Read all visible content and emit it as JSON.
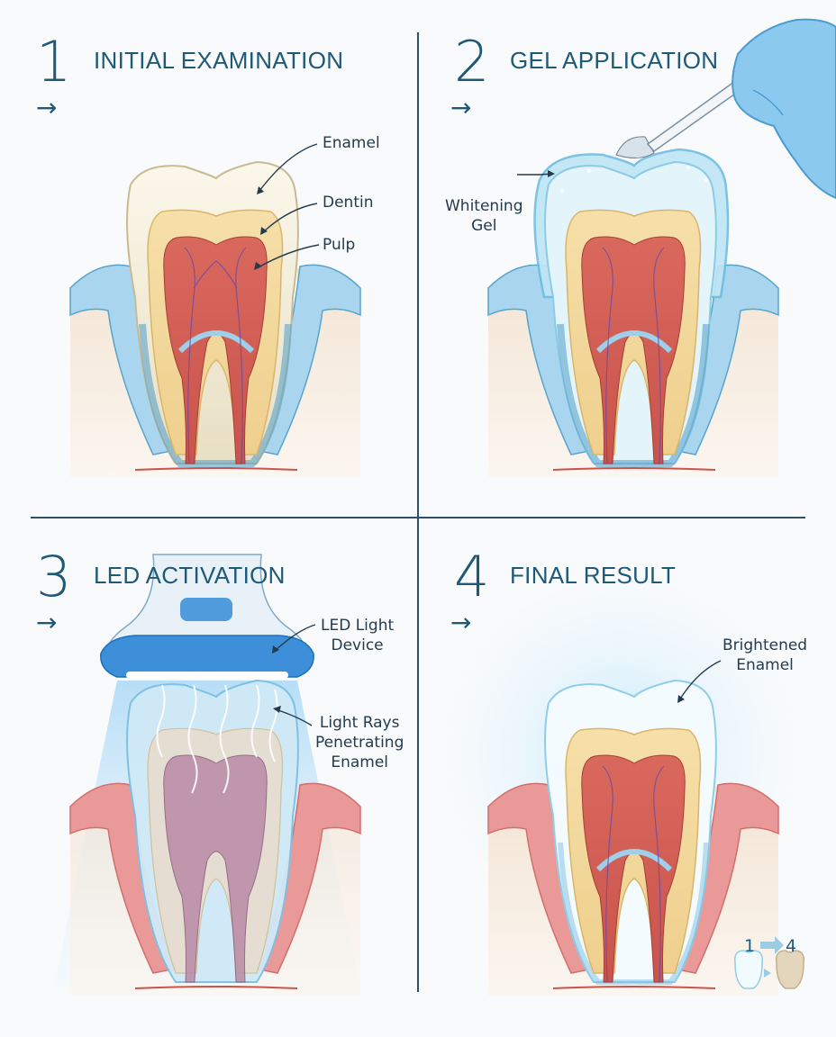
{
  "panels": [
    {
      "number": "1",
      "title": "INITIAL EXAMINATION",
      "arrow": "→",
      "labels": [
        "Enamel",
        "Dentin",
        "Pulp"
      ]
    },
    {
      "number": "2",
      "title": "GEL APPLICATION",
      "arrow": "→",
      "labels": [
        [
          "Whitening",
          "Gel"
        ]
      ]
    },
    {
      "number": "3",
      "title": "LED ACTIVATION",
      "arrow": "→",
      "labels": [
        [
          "LED Light",
          "Device"
        ],
        [
          "Light Rays",
          "Penetrating",
          "Enamel"
        ]
      ]
    },
    {
      "number": "4",
      "title": "FINAL RESULT",
      "arrow": "→",
      "labels": [
        [
          "Brightened",
          "Enamel"
        ]
      ]
    }
  ],
  "comparison": {
    "from": "1",
    "to": "4"
  },
  "colors": {
    "heading": "#1e5a78",
    "enamel": "#efe7cf",
    "dentin": "#f3d9a0",
    "pulp": "#d9685d",
    "gum_blue": "#a9d6ee",
    "gum_red": "#e99a98",
    "gel": "#bfe6f5",
    "led": "#3c8fd8"
  },
  "icons": [
    "brush-icon",
    "gloved-hand-icon",
    "led-lamp-icon",
    "tooth-before-icon",
    "tooth-after-icon",
    "compare-arrow-icon"
  ]
}
